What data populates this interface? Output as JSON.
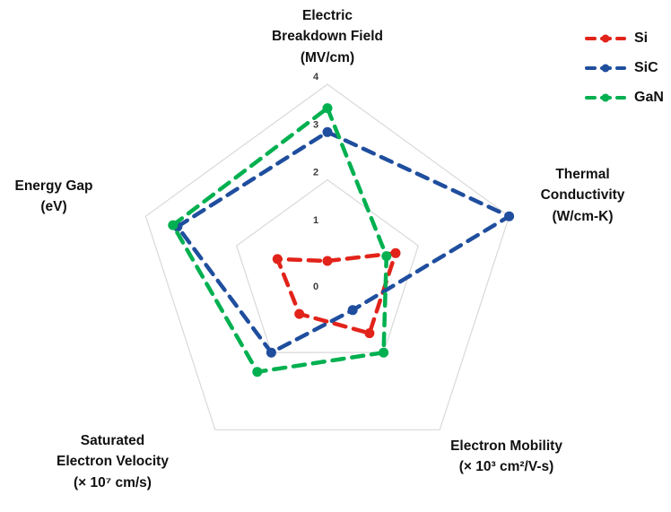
{
  "figure": {
    "background": "#ffffff"
  },
  "chart_data": {
    "type": "radar",
    "min": 0,
    "max": 4,
    "ticks": [
      0,
      1,
      2,
      3,
      4
    ],
    "grid_levels": [
      2,
      4
    ],
    "grid_color": "#d9d9d9",
    "line_style": "dashed",
    "legend_position": "top-right",
    "axes": [
      {
        "key": "electric-breakdown-field",
        "label_lines": [
          "Electric",
          "Breakdown Field",
          "(MV/cm)"
        ]
      },
      {
        "key": "thermal-conductivity",
        "label_lines": [
          "Thermal",
          "Conductivity",
          "(W/cm-K)"
        ]
      },
      {
        "key": "electron-mobility",
        "label_lines": [
          "Electron Mobility",
          "(× 10³ cm²/V-s)"
        ]
      },
      {
        "key": "saturated-electron-velocity",
        "label_lines": [
          "Saturated",
          "Electron Velocity",
          "(× 10⁷ cm/s)"
        ]
      },
      {
        "key": "energy-gap",
        "label_lines": [
          "Energy Gap",
          "(eV)"
        ]
      }
    ],
    "series": [
      {
        "name": "Si",
        "color": "#e2231a",
        "values": [
          0.3,
          1.5,
          1.5,
          1.0,
          1.1
        ]
      },
      {
        "name": "SiC",
        "color": "#1f4e9e",
        "values": [
          3.0,
          4.0,
          0.9,
          2.0,
          3.3
        ]
      },
      {
        "name": "GaN",
        "color": "#00b050",
        "values": [
          3.5,
          1.3,
          2.0,
          2.5,
          3.4
        ]
      }
    ]
  }
}
